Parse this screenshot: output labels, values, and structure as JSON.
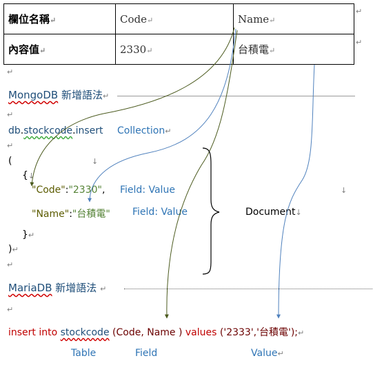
{
  "table": {
    "row1": {
      "header": "欄位名稱",
      "col1": "Code",
      "col2": "Name"
    },
    "row2": {
      "header": "內容值",
      "col1": "2330",
      "col2": "台積電"
    }
  },
  "para_mark": "↵",
  "down_arrow_mark": "↓",
  "mongo": {
    "heading_latin": "MongoDB",
    "heading_cjk": " 新增語法",
    "cmd_db": "db",
    "cmd_dot1": ".",
    "cmd_coll": "stockcode",
    "cmd_dot2": ".",
    "cmd_insert": "insert",
    "collection_label": "Collection",
    "open_paren": "(",
    "open_brace": "{",
    "line1_key": "\"Code\"",
    "line1_colon": ":",
    "line1_value": "\"2330\"",
    "line1_comma": ",",
    "line1_note": "Field: Value",
    "line2_key": "\"Name\"",
    "line2_colon": ":",
    "line2_value": "\"台積電\"",
    "line2_note": "Field: Value",
    "close_brace": "}",
    "close_paren": ")",
    "document_label": "Document"
  },
  "maria": {
    "heading_latin": "MariaDB",
    "heading_cjk": " 新增語法 ",
    "sql_prefix": "insert into ",
    "sql_table": "stockcode",
    "sql_fields": " (Code, Name ) ",
    "sql_values_kw": "values",
    "sql_values": " ('2333','台積電');",
    "label_table": "Table",
    "label_field": "Field",
    "label_value": "Value"
  },
  "colors": {
    "blue_annotation": "#2e74b5",
    "string_green": "#548235",
    "key_olive": "#5b5b00",
    "sql_red": "#c00000",
    "arrow_olive": "#4b5a1e",
    "arrow_blue": "#4f81bd"
  }
}
